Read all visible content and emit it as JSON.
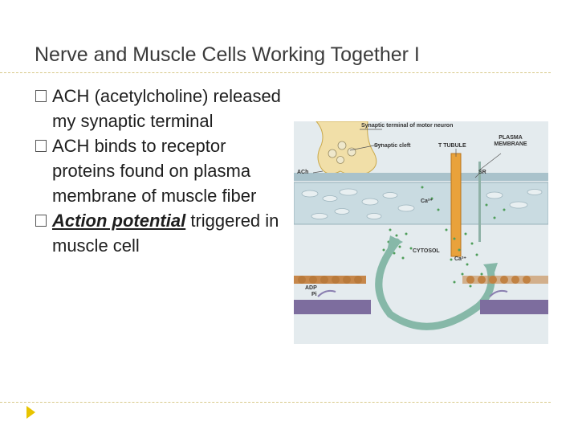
{
  "slide": {
    "title": "Nerve and Muscle Cells Working Together I",
    "bullets": [
      {
        "head": "ACH",
        "text": " (acetylcholine) released my synaptic terminal"
      },
      {
        "head": "ACH",
        "text": " binds to receptor proteins found on plasma membrane of muscle fiber"
      },
      {
        "head": "Action potential",
        "text": " triggered in muscle cell"
      }
    ]
  },
  "figure": {
    "labels": {
      "synaptic_terminal": "Synaptic terminal of motor neuron",
      "synaptic_cleft": "Synaptic cleft",
      "t_tubule": "T TUBULE",
      "plasma_membrane": "PLASMA MEMBRANE",
      "ach": "ACh",
      "sr": "SR",
      "ca_upper": "Ca²⁺",
      "cytosol": "CYTOSOL",
      "ca_lower": "Ca²⁺",
      "adp": "ADP",
      "pi": "Pi"
    },
    "colors": {
      "neuron": "#f1dfa8",
      "membrane": "#b8ccd3",
      "sr": "#cfe0e6",
      "t_tubule": "#e9a23b",
      "ca_dots": "#4f9e5a",
      "arrow": "#86b8a8",
      "myosin": "#b97a3b",
      "thick_filament": "#7d6d9e"
    }
  }
}
